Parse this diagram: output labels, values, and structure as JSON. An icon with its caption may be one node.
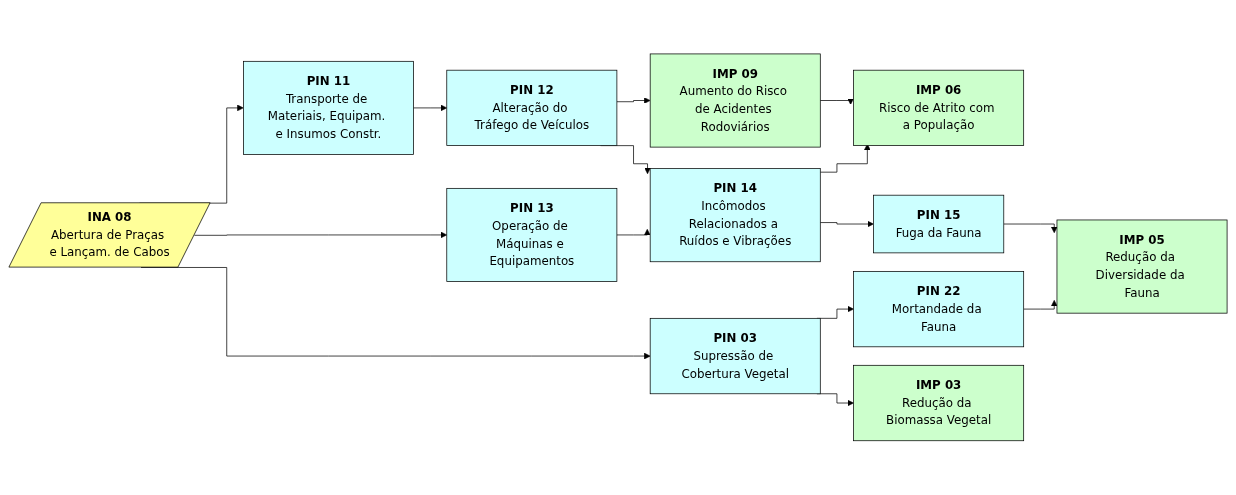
{
  "diagram": {
    "nodes": [
      {
        "text": [
          "INA 08",
          "Abertura de Praças e Lançam. de Cabos"
        ]
      },
      {
        "text": [
          "PIN 11",
          "Transporte de Materiais, Equipam. e Insumos Constr."
        ]
      },
      {
        "text": [
          "PIN 12",
          "Alteração do Tráfego de Veículos"
        ]
      },
      {
        "text": [
          "IMP 09",
          "Aumento do Risco de Acidentes Rodoviários"
        ]
      },
      {
        "text": [
          "IMP 06",
          "Risco de Atrito com a População"
        ]
      },
      {
        "text": [
          "PIN 13",
          "Operação de Máquinas e Equipamentos"
        ]
      },
      {
        "text": [
          "PIN 14",
          "Incômodos Relacionados a Ruídos e Vibrações"
        ]
      },
      {
        "text": [
          "PIN 15",
          "Fuga da Fauna"
        ]
      },
      {
        "text": [
          "IMP 05",
          "Redução da Diversidade da Fauna"
        ]
      },
      {
        "text": [
          "PIN 22",
          "Mortandade da Fauna"
        ]
      },
      {
        "text": [
          "PIN 03",
          "Supressão de Cobertura Vegetal"
        ]
      },
      {
        "text": [
          "IMP 03",
          "Redução da Biomassa Vegetal"
        ]
      }
    ],
    "edges": [
      {
        "from": 0,
        "to": 1,
        "arrow": "to"
      },
      {
        "from": 0,
        "to": 5,
        "arrow": "to"
      },
      {
        "from": 0,
        "to": 10,
        "arrow": "to"
      },
      {
        "from": 1,
        "to": 2,
        "arrow": "to"
      },
      {
        "from": 2,
        "to": 3,
        "arrow": "to"
      },
      {
        "from": 3,
        "to": 4,
        "arrow": "to"
      },
      {
        "from": 2,
        "to": 6,
        "arrow": "to"
      },
      {
        "from": 5,
        "to": 6,
        "arrow": "to"
      },
      {
        "from": 6,
        "to": 4,
        "arrow": "to"
      },
      {
        "from": 6,
        "to": 7,
        "arrow": "to"
      },
      {
        "from": 7,
        "to": 8,
        "arrow": "to"
      },
      {
        "from": 10,
        "to": 9,
        "arrow": "to"
      },
      {
        "from": 10,
        "to": 11,
        "arrow": "to"
      },
      {
        "from": 9,
        "to": 8,
        "arrow": "to"
      }
    ]
  }
}
